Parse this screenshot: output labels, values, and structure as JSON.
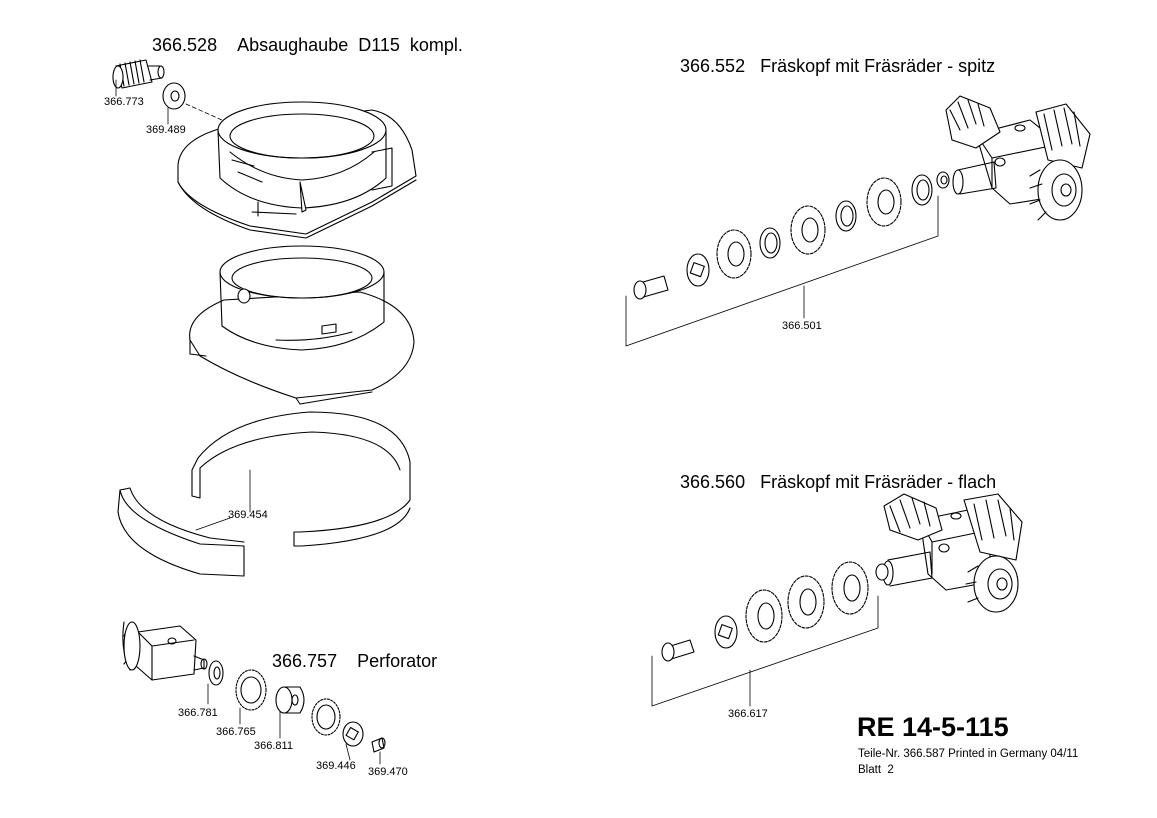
{
  "sections": {
    "absaughaube": {
      "number": "366.528",
      "title": "Absaughaube  D115  kompl."
    },
    "spitz": {
      "number": "366.552",
      "title": "Fräskopf mit Fräsräder - spitz"
    },
    "flach": {
      "number": "366.560",
      "title": "Fräskopf mit Fräsräder - flach"
    },
    "perforator": {
      "number": "366.757",
      "title": "Perforator"
    }
  },
  "parts": {
    "knob": "366.773",
    "washer": "369.489",
    "ring": "369.454",
    "spitz_set": "366.501",
    "flach_set": "366.617",
    "p_washer": "366.781",
    "p_star": "366.765",
    "p_bearing": "366.811",
    "p_square": "369.446",
    "p_screw": "369.470"
  },
  "footer": {
    "doc_number": "RE 14-5-115",
    "line1": "Teile-Nr. 366.587 Printed in Germany 04/11",
    "line2": "Blatt  2"
  },
  "colors": {
    "ink": "#000000",
    "paper": "#ffffff",
    "shade": "#d9d9d9"
  }
}
